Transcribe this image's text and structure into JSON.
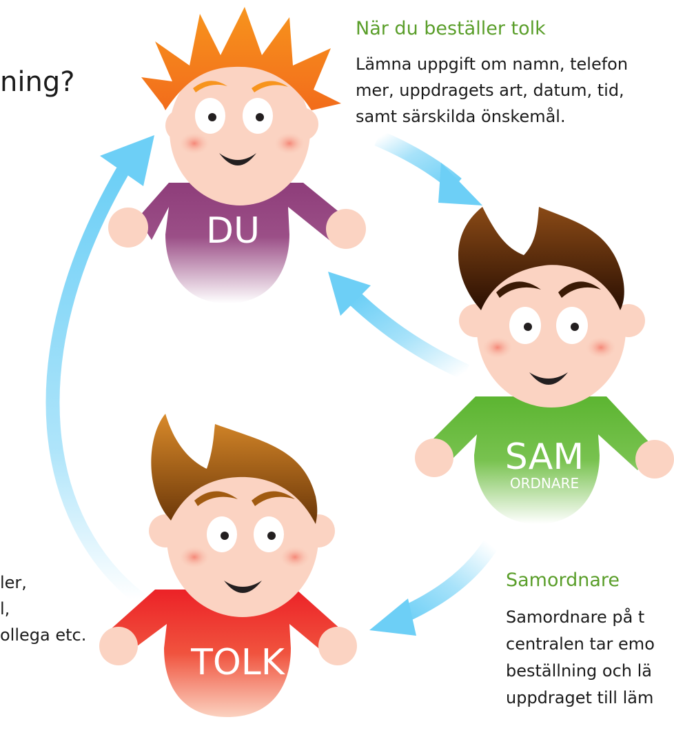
{
  "page_heading_fragment": "ning?",
  "du_info": {
    "heading": "När du beställer tolk",
    "lines": [
      "Lämna uppgift om namn, telefon",
      "mer, uppdragets art, datum, tid,",
      "samt särskilda önskemål."
    ]
  },
  "left_info": {
    "lines": [
      "ler,",
      "l,",
      "ollega etc."
    ]
  },
  "samordnare_info": {
    "heading": "Samordnare",
    "lines": [
      "Samordnare på t",
      "centralen tar emo",
      "beställning och lä",
      "uppdraget till läm"
    ]
  },
  "characters": {
    "du": {
      "label": "DU",
      "shirt_color": "#8e3d7a",
      "hair_color": "#f7941d"
    },
    "sam": {
      "label": "SAM",
      "sublabel": "ORDNARE",
      "shirt_color": "#5cb531",
      "hair_color": "#5a2a0a"
    },
    "tolk": {
      "label": "TOLK",
      "shirt_color": "#ec2227",
      "hair_color": "#a05a10"
    }
  },
  "arrow_color": "#6dcff6"
}
